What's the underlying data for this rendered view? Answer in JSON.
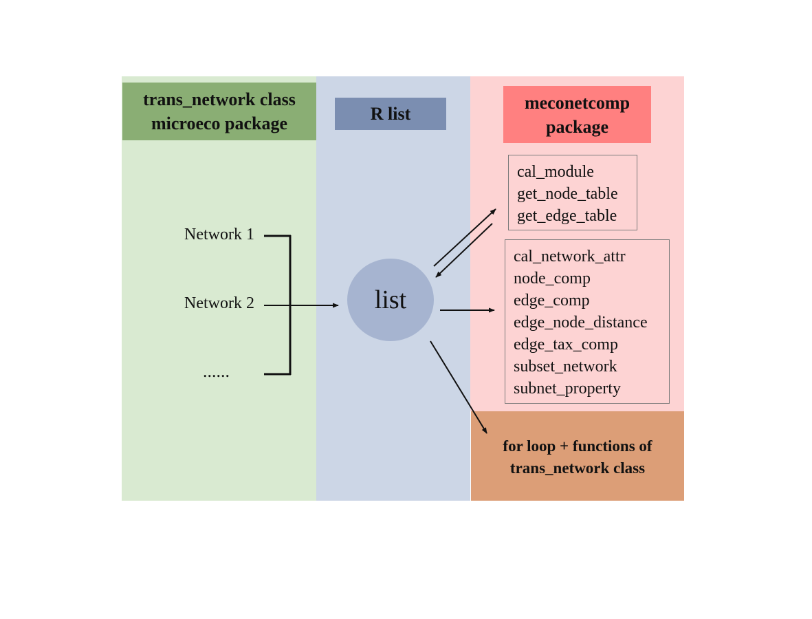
{
  "panels": {
    "left": {
      "title_line1": "trans_network class",
      "title_line2": "microeco package",
      "color": "#d9ead1",
      "header_color": "#8aae74"
    },
    "middle": {
      "title": "R list",
      "color": "#ccd6e6",
      "header_color": "#7b8eb1"
    },
    "right": {
      "title_line1": "meconetcomp",
      "title_line2": "package",
      "color": "#fdd3d3",
      "header_color": "#ff8080"
    }
  },
  "networks": [
    "Network 1",
    "Network 2",
    "......"
  ],
  "list_node": {
    "label": "list",
    "color": "#a6b4d0"
  },
  "module_functions": [
    "cal_module",
    "get_node_table",
    "get_edge_table"
  ],
  "comparison_functions": [
    "cal_network_attr",
    "node_comp",
    "edge_comp",
    "edge_node_distance",
    "edge_tax_comp",
    "subset_network",
    "subnet_property"
  ],
  "loop_box": {
    "line1": "for loop + functions of",
    "line2": "trans_network class",
    "color": "#dc9e77"
  }
}
